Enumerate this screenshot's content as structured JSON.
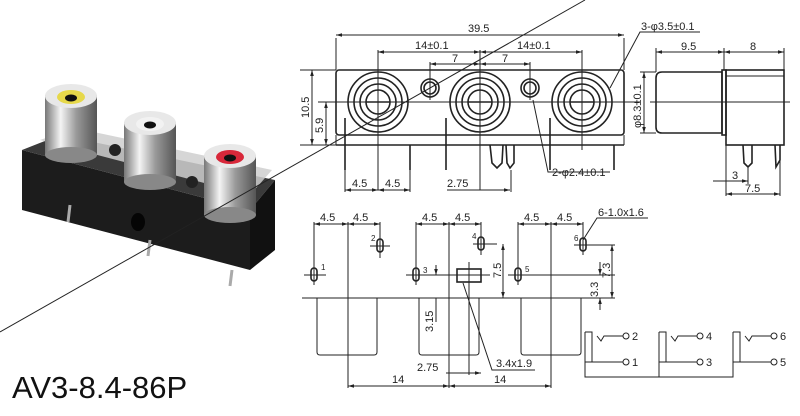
{
  "title": "AV3-8.4-86P",
  "photo": {
    "jack_colors": [
      "#e6d84a",
      "#f2f2f2",
      "#d8283a"
    ]
  },
  "front_view": {
    "overall_width": "39.5",
    "pitch_left": "14±0.1",
    "pitch_right": "14±0.1",
    "half_pitch_left": "7",
    "half_pitch_right": "7",
    "jack_hole": "3-φ3.5±0.1",
    "height": "10.5",
    "center_height": "5.9",
    "pin_offset_left": "4.5",
    "pin_offset_right": "4.5",
    "post_offset": "2.75",
    "small_holes": "2-φ2.4±0.1"
  },
  "side_view": {
    "barrel_length": "9.5",
    "body_depth": "8",
    "barrel_diameter": "φ8.3±0.1",
    "pin_offset": "3",
    "pin_span": "7.5"
  },
  "bottom_view": {
    "offsets": [
      "4.5",
      "4.5",
      "4.5",
      "4.5",
      "4.5",
      "4.5"
    ],
    "pad_size": "6-1.0x1.6",
    "pin_numbers": [
      "1",
      "2",
      "3",
      "4",
      "5",
      "6"
    ],
    "dim_7_5": "7.5",
    "dim_7_3": "7.3",
    "dim_3_3": "3.3",
    "dim_3_15": "3.15",
    "dim_2_75": "2.75",
    "post_size": "3.4x1.9",
    "pitch_left": "14",
    "pitch_right": "14"
  },
  "schematic": {
    "pins": [
      "2",
      "1",
      "4",
      "3",
      "6",
      "5"
    ]
  }
}
